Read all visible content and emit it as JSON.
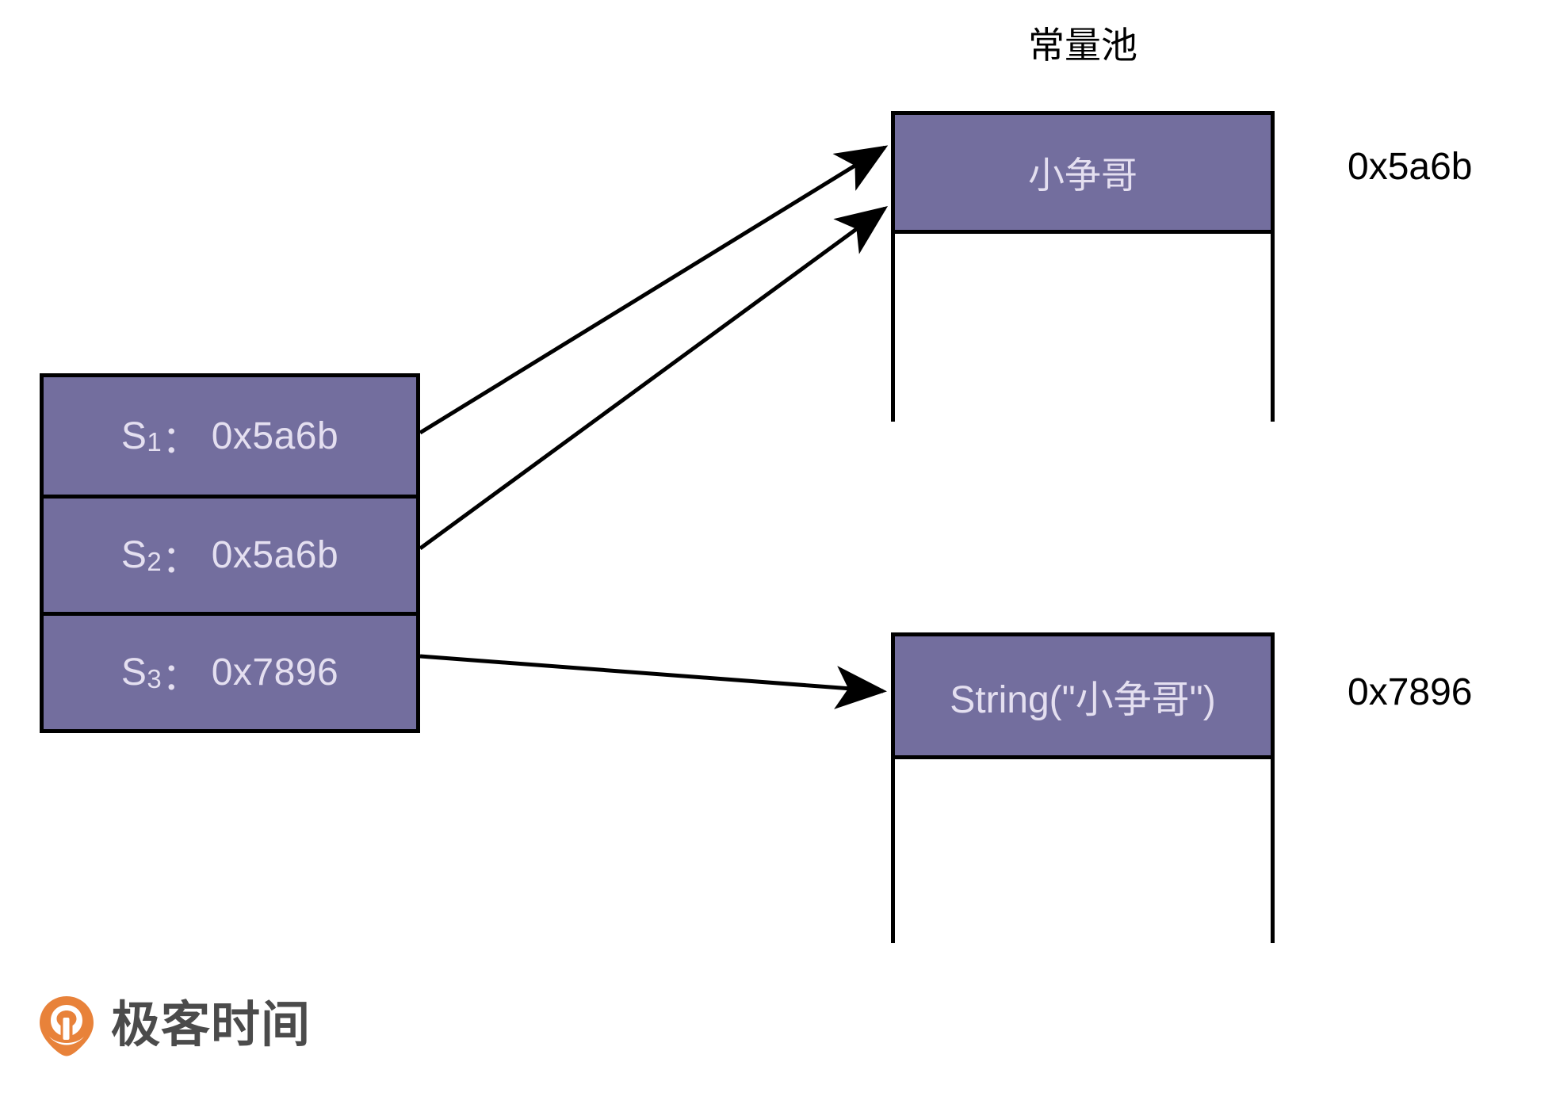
{
  "diagram": {
    "title": "常量池",
    "bg_color": "#ffffff",
    "block_fill": "#736e9e",
    "block_text_color": "#e4dff0",
    "stroke_color": "#000000"
  },
  "variables": {
    "rows": [
      {
        "name_prefix": "S",
        "name_index": "1",
        "separator": "：",
        "value": "0x5a6b"
      },
      {
        "name_prefix": "S",
        "name_index": "2",
        "separator": "：",
        "value": "0x5a6b"
      },
      {
        "name_prefix": "S",
        "name_index": "3",
        "separator": "：",
        "value": "0x7896"
      }
    ]
  },
  "memory": {
    "blocks": [
      {
        "label": "小争哥",
        "address": "0x5a6b"
      },
      {
        "label": "String(\"小争哥\")",
        "address": "0x7896"
      }
    ]
  },
  "arrows": [
    {
      "from": "S1",
      "to": "0x5a6b"
    },
    {
      "from": "S2",
      "to": "0x5a6b"
    },
    {
      "from": "S3",
      "to": "0x7896"
    }
  ],
  "brand": {
    "name": "极客时间",
    "mark_color": "#e8823a",
    "text_color": "#4b4b4b"
  }
}
